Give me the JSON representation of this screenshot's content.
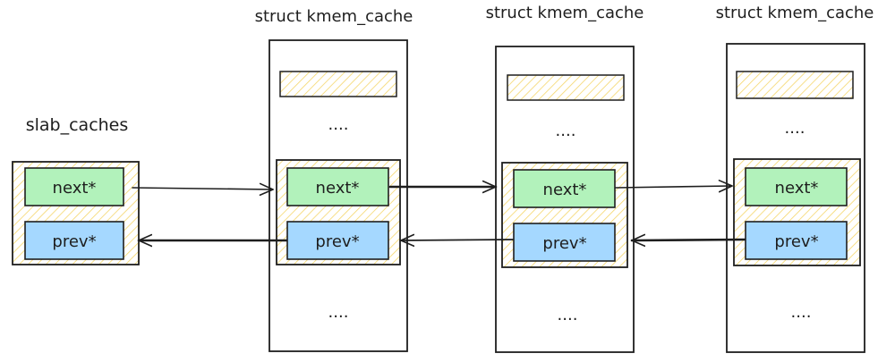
{
  "head": {
    "label": "slab_caches",
    "next_label": "next*",
    "prev_label": "prev*"
  },
  "caches": [
    {
      "title": "struct kmem_cache",
      "top_dots": "....",
      "next_label": "next*",
      "prev_label": "prev*",
      "bottom_dots": "...."
    },
    {
      "title": "struct kmem_cache",
      "top_dots": "....",
      "next_label": "next*",
      "prev_label": "prev*",
      "bottom_dots": "...."
    },
    {
      "title": "struct kmem_cache",
      "top_dots": "....",
      "next_label": "next*",
      "prev_label": "prev*",
      "bottom_dots": "...."
    }
  ],
  "colors": {
    "stroke": "#1e1e1e",
    "hatch": "#f5d66b",
    "next_fill": "#b2f2bb",
    "prev_fill": "#a5d8ff",
    "background": "#ffffff"
  }
}
